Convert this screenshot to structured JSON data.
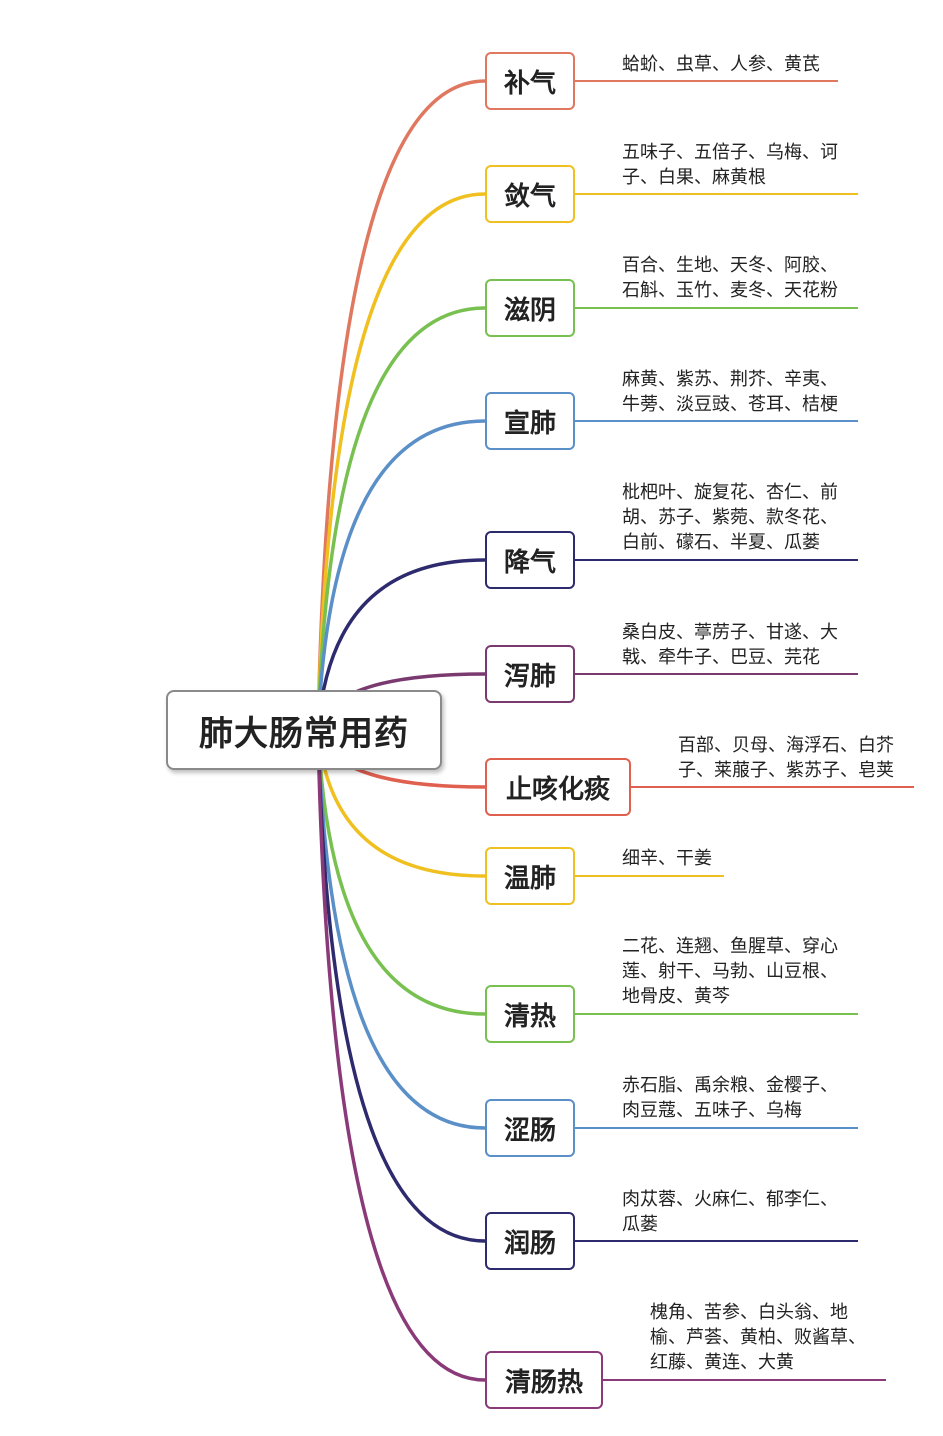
{
  "root": {
    "title": "肺大肠常用药"
  },
  "branches": [
    {
      "label": "补气",
      "color": "#e07860",
      "items": "蛤蚧、虫草、人参、黄芪"
    },
    {
      "label": "敛气",
      "color": "#f0c020",
      "items": "五味子、五倍子、乌梅、诃\n子、白果、麻黄根"
    },
    {
      "label": "滋阴",
      "color": "#78c050",
      "items": "百合、生地、天冬、阿胶、\n石斛、玉竹、麦冬、天花粉"
    },
    {
      "label": "宣肺",
      "color": "#5b8fc8",
      "items": "麻黄、紫苏、荆芥、辛夷、\n牛蒡、淡豆豉、苍耳、桔梗"
    },
    {
      "label": "降气",
      "color": "#2e2a6e",
      "items": "枇杷叶、旋复花、杏仁、前\n胡、苏子、紫菀、款冬花、\n白前、礞石、半夏、瓜蒌"
    },
    {
      "label": "泻肺",
      "color": "#7a3a70",
      "items": "桑白皮、葶苈子、甘遂、大\n戟、牵牛子、巴豆、芫花"
    },
    {
      "label": "止咳化痰",
      "color": "#e06050",
      "items": "百部、贝母、海浮石、白芥\n子、莱菔子、紫苏子、皂荚"
    },
    {
      "label": "温肺",
      "color": "#f0c020",
      "items": "细辛、干姜"
    },
    {
      "label": "清热",
      "color": "#78c050",
      "items": "二花、连翘、鱼腥草、穿心\n莲、射干、马勃、山豆根、\n地骨皮、黄芩"
    },
    {
      "label": "涩肠",
      "color": "#5b8fc8",
      "items": "赤石脂、禹余粮、金樱子、\n肉豆蔻、五味子、乌梅"
    },
    {
      "label": "润肠",
      "color": "#2e2a6e",
      "items": "肉苁蓉、火麻仁、郁李仁、\n瓜蒌"
    },
    {
      "label": "清肠热",
      "color": "#8a3a78",
      "items": "槐角、苦参、白头翁、地\n榆、芦荟、黄柏、败酱草、\n红藤、黄连、大黄"
    }
  ]
}
